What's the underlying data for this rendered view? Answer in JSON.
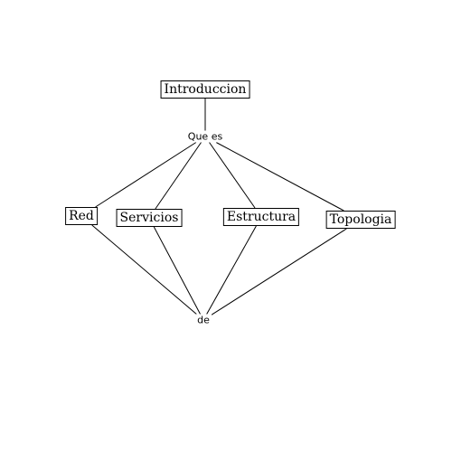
{
  "diagram": {
    "nodes": {
      "introduccion": "Introduccion",
      "que_es": "Que es",
      "red": "Red",
      "servicios": "Servicios",
      "estructura": "Estructura",
      "topologia": "Topologia",
      "de": "de"
    },
    "edges": [
      [
        "introduccion",
        "que_es"
      ],
      [
        "que_es",
        "red"
      ],
      [
        "que_es",
        "servicios"
      ],
      [
        "que_es",
        "estructura"
      ],
      [
        "que_es",
        "topologia"
      ],
      [
        "red",
        "de"
      ],
      [
        "servicios",
        "de"
      ],
      [
        "estructura",
        "de"
      ],
      [
        "topologia",
        "de"
      ]
    ],
    "colors": {
      "stroke": "#000000",
      "background": "#ffffff"
    }
  }
}
